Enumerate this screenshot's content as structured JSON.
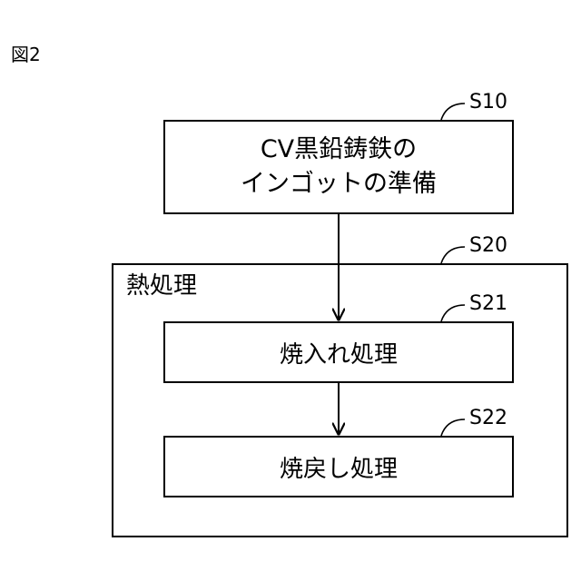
{
  "figure_label": "図2",
  "steps": {
    "s10": {
      "id": "S10",
      "line1": "CV黒鉛鋳鉄の",
      "line2": "インゴットの準備"
    },
    "s20": {
      "id": "S20",
      "title": "熱処理"
    },
    "s21": {
      "id": "S21",
      "label": "焼入れ処理"
    },
    "s22": {
      "id": "S22",
      "label": "焼戻し処理"
    }
  }
}
